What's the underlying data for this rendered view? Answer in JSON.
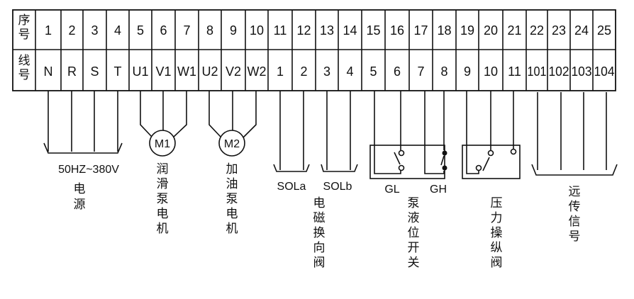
{
  "table": {
    "row1_header": "序号",
    "row2_header": "线号",
    "seq": [
      "1",
      "2",
      "3",
      "4",
      "5",
      "6",
      "7",
      "8",
      "9",
      "10",
      "11",
      "12",
      "13",
      "14",
      "15",
      "16",
      "17",
      "18",
      "19",
      "20",
      "21",
      "22",
      "23",
      "24",
      "25"
    ],
    "wire": [
      "N",
      "R",
      "S",
      "T",
      "U1",
      "V1",
      "W1",
      "U2",
      "V2",
      "W2",
      "1",
      "2",
      "3",
      "4",
      "5",
      "6",
      "7",
      "8",
      "9",
      "10",
      "11",
      "101",
      "102",
      "103",
      "104"
    ]
  },
  "labels": {
    "power_spec": "50HZ~380V",
    "power": "电源",
    "motor1": "M1",
    "motor1_name": "润滑泵电机",
    "motor2": "M2",
    "motor2_name": "加油泵电机",
    "sola": "SOLa",
    "solb": "SOLb",
    "solenoid_name": "电磁换向阀",
    "gl": "GL",
    "gh": "GH",
    "level_switch_name": "泵液位开关",
    "pressure_valve_name": "压力操纵阀",
    "remote_signal_name": "远传信号"
  }
}
